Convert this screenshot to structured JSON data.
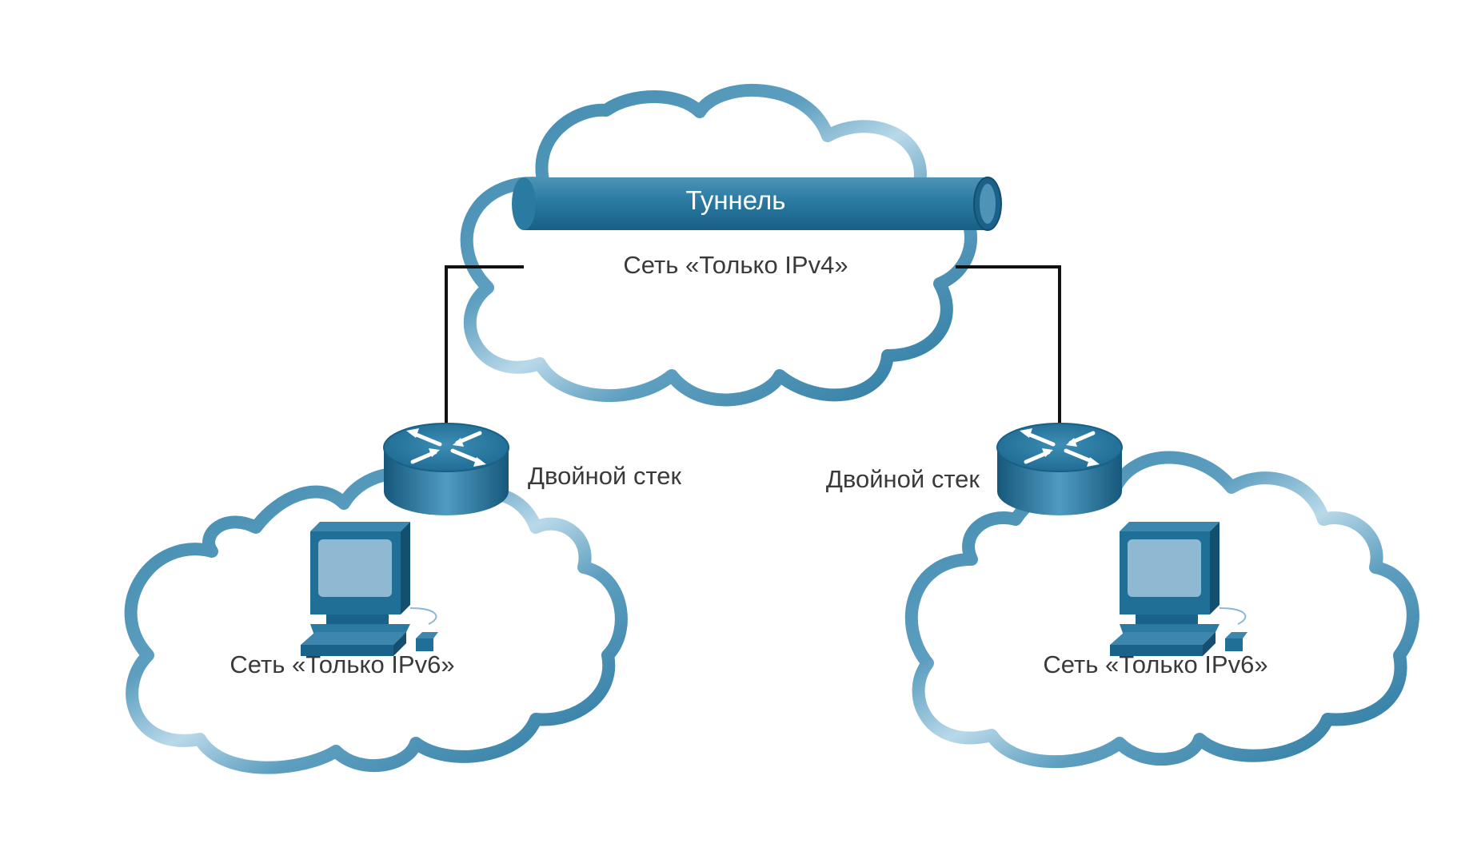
{
  "diagram": {
    "tunnel_label": "Туннель",
    "ipv4_cloud_label": "Сеть «Только IPv4»",
    "left_router_label": "Двойной стек",
    "right_router_label": "Двойной стек",
    "left_ipv6_cloud_label": "Сеть «Только IPv6»",
    "right_ipv6_cloud_label": "Сеть «Только IPv6»"
  },
  "colors": {
    "cloud_outline": "#2b7aa1",
    "cloud_highlight": "#b8d8e8",
    "device_blue": "#1f6f97",
    "screen_blue": "#8fb8d3",
    "link_line": "#111111"
  }
}
